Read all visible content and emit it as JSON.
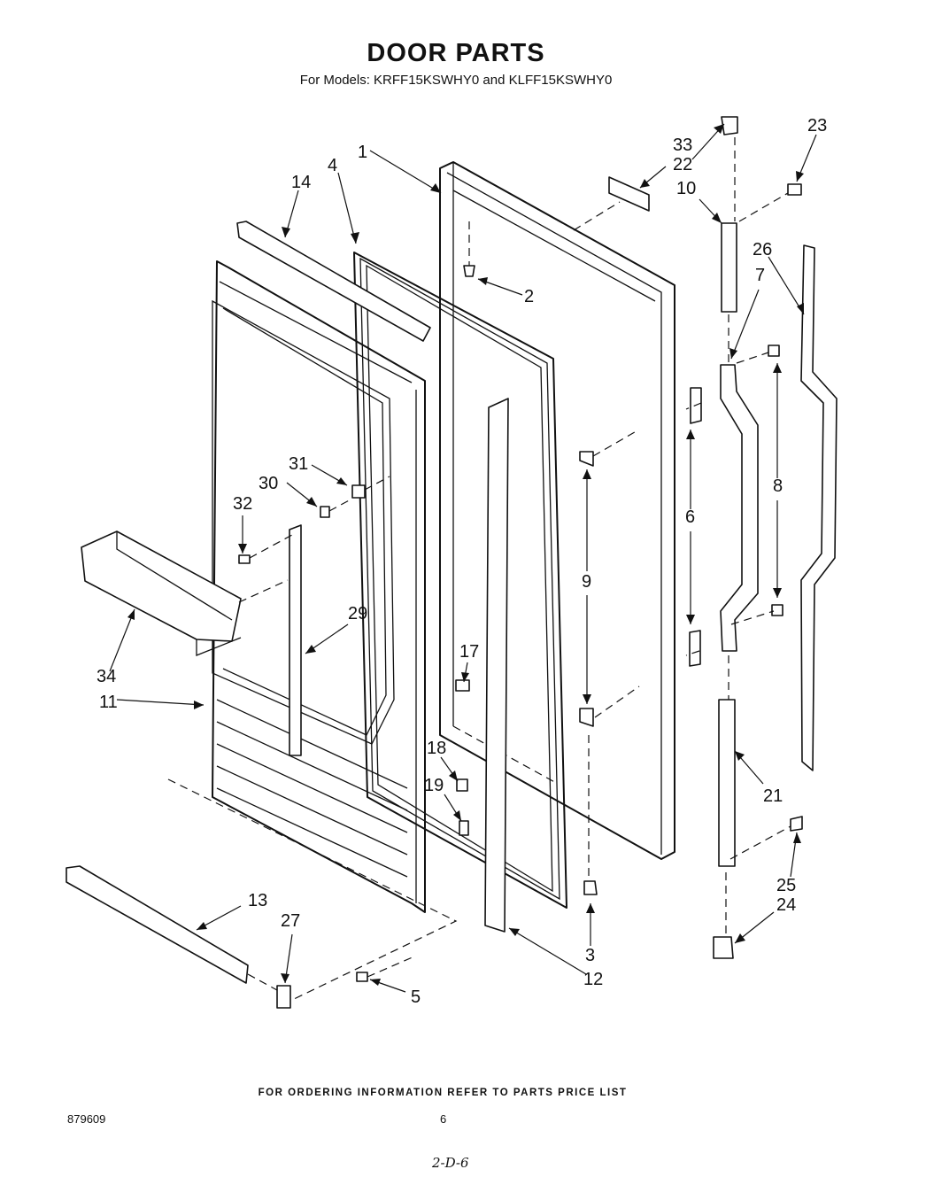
{
  "header": {
    "title": "DOOR PARTS",
    "subtitle": "For Models: KRFF15KSWHY0 and KLFF15KSWHY0"
  },
  "callouts": {
    "c1": "1",
    "c2": "2",
    "c3": "3",
    "c4": "4",
    "c5": "5",
    "c6": "6",
    "c7": "7",
    "c8": "8",
    "c9": "9",
    "c10": "10",
    "c11": "11",
    "c12": "12",
    "c13": "13",
    "c14": "14",
    "c17": "17",
    "c18": "18",
    "c19": "19",
    "c21": "21",
    "c22": "22",
    "c23": "23",
    "c24": "24",
    "c25": "25",
    "c26": "26",
    "c27": "27",
    "c29": "29",
    "c30": "30",
    "c31": "31",
    "c32": "32",
    "c33": "33",
    "c34": "34"
  },
  "footer": {
    "ordering_note": "FOR ORDERING INFORMATION REFER TO PARTS PRICE LIST",
    "document_number": "879609",
    "page_number": "6",
    "handwritten_note": "2-D-6"
  }
}
